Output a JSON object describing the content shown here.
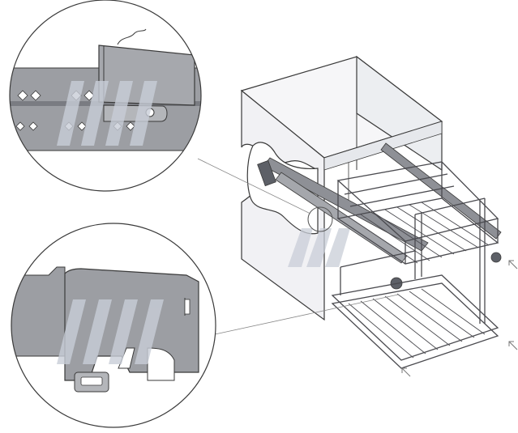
{
  "figure": {
    "watermark_text": "MMM",
    "colors": {
      "background": "#ffffff",
      "cabinet_fill": "#f1f1f4",
      "cabinet_stroke": "#3a3a3a",
      "rail_fill": "#8e9096",
      "rail_dark": "#5d6067",
      "detail_fill": "#9c9ea3",
      "wire": "#4a4a4f",
      "watermark": "#c9ced8",
      "leader": "#777777",
      "arrow": "#777777"
    },
    "icons": [
      "zoom-detail-top",
      "zoom-detail-bottom",
      "pull-direction-arrow"
    ]
  }
}
